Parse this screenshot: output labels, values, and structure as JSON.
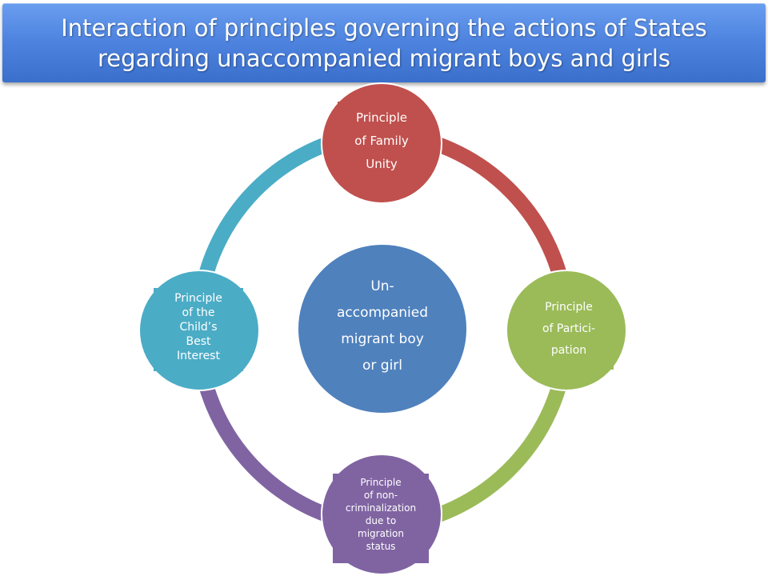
{
  "title": {
    "line1": "Interaction of principles governing the actions of States",
    "line2": "regarding unaccompanied migrant boys and girls"
  },
  "colors": {
    "title_bar": "#4f85e0",
    "ring_red": "#c0504d",
    "ring_green": "#9bbb59",
    "ring_purple": "#8064a2",
    "ring_teal": "#4bacc6",
    "center": "#4f81bd",
    "red_node": "#c0504d",
    "green_node": "#9bbb59",
    "purple_node": "#8064a2",
    "teal_node": "#4bacc6"
  },
  "center": {
    "lines": [
      "Un-",
      "accompanied",
      "migrant boy",
      "or girl"
    ]
  },
  "nodes": {
    "top": {
      "lines": [
        "Principle",
        "of Family",
        "Unity"
      ]
    },
    "right": {
      "lines": [
        "Principle",
        "of Partici-",
        "pation"
      ]
    },
    "bottom": {
      "lines": [
        "Principle",
        "of non-",
        "criminalization",
        "due to",
        "migration",
        "status"
      ]
    },
    "left": {
      "lines": [
        "Principle",
        "of the",
        "Child’s",
        "Best",
        "Interest"
      ]
    }
  }
}
